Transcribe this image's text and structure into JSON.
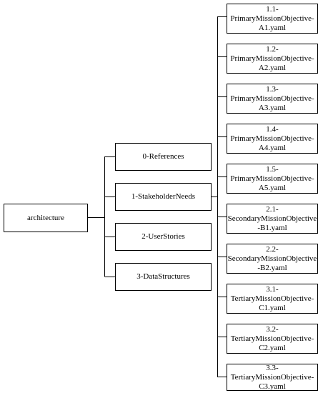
{
  "tree": {
    "root": {
      "label": "architecture"
    },
    "folders": [
      {
        "label": "0-References"
      },
      {
        "label": "1-StakeholderNeeds"
      },
      {
        "label": "2-UserStories"
      },
      {
        "label": "3-DataStructures"
      }
    ],
    "files": [
      {
        "label": "1.1-\nPrimaryMissionObjective-\nA1.yaml"
      },
      {
        "label": "1.2-\nPrimaryMissionObjective-\nA2.yaml"
      },
      {
        "label": "1.3-\nPrimaryMissionObjective-\nA3.yaml"
      },
      {
        "label": "1.4-\nPrimaryMissionObjective-\nA4.yaml"
      },
      {
        "label": "1.5-\nPrimaryMissionObjective-\nA5.yaml"
      },
      {
        "label": "2.1-\nSecondaryMissionObjective\n-B1.yaml"
      },
      {
        "label": "2.2-\nSecondaryMissionObjective\n-B2.yaml"
      },
      {
        "label": "3.1-\nTertiaryMissionObjective-\nC1.yaml"
      },
      {
        "label": "3.2-\nTertiaryMissionObjective-\nC2.yaml"
      },
      {
        "label": "3.3-\nTertiaryMissionObjective-\nC3.yaml"
      }
    ]
  }
}
